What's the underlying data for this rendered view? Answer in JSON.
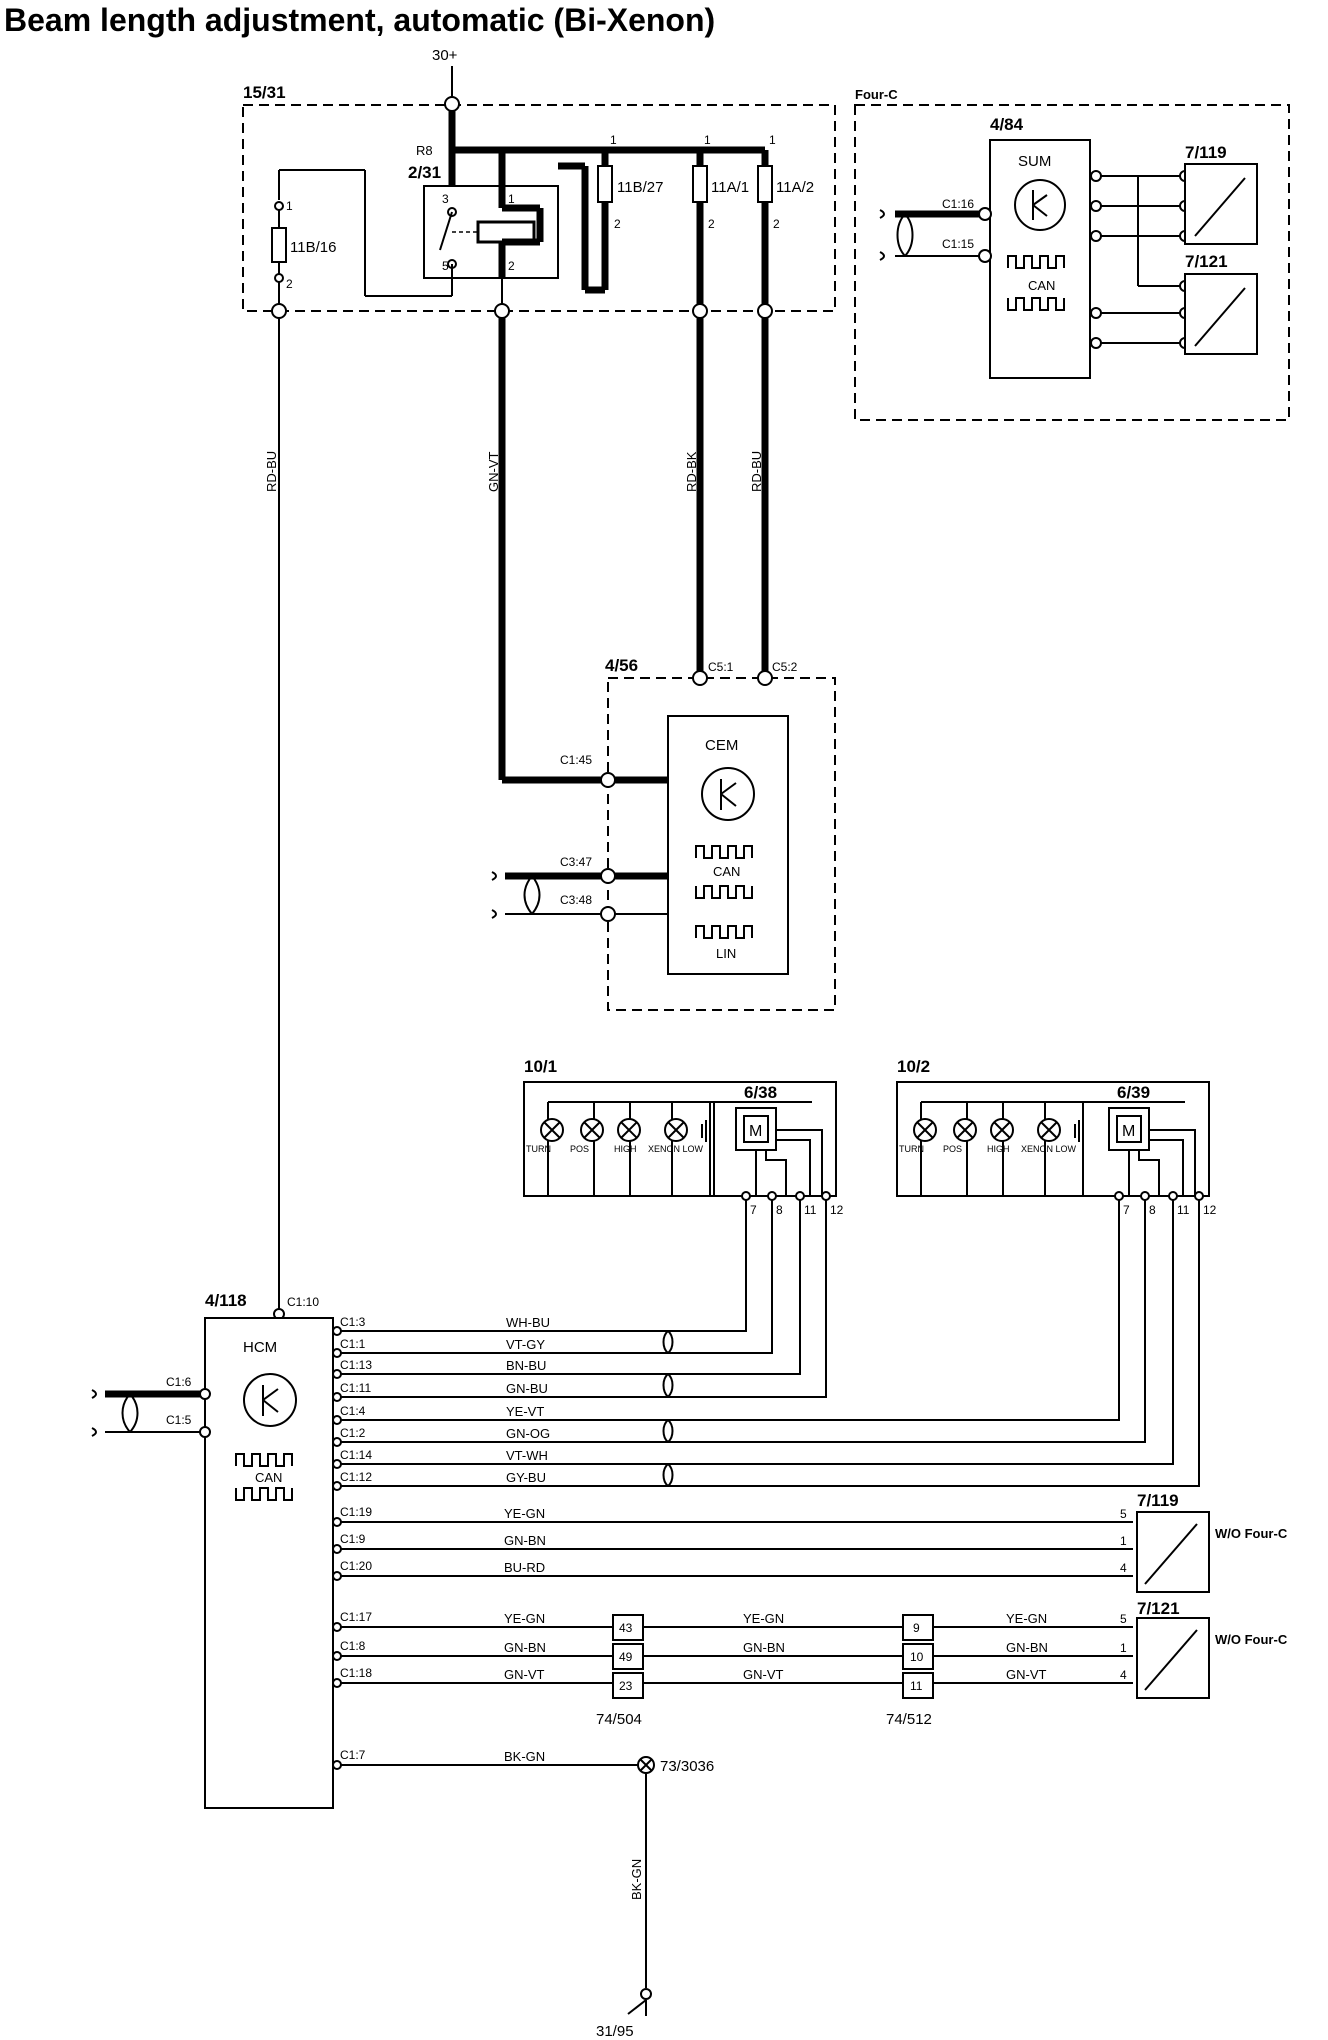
{
  "title": "Beam length adjustment, automatic (Bi-Xenon)",
  "supply": "30+",
  "ground": {
    "point": "73/3036",
    "terminal": "31/95",
    "wire": "BK-GN"
  },
  "fusebox": {
    "id": "15/31",
    "relay_id": "2/31",
    "relay_name": "R8",
    "fuses": [
      "11B/16",
      "11B/27",
      "11A/1",
      "11A/2"
    ],
    "pins": [
      "1",
      "2",
      "3",
      "5"
    ]
  },
  "fourc": {
    "label": "Four-C",
    "module_id": "4/84",
    "module_name": "SUM",
    "can": "CAN",
    "connectors": [
      "C1:16",
      "C1:15"
    ],
    "sensors": [
      "7/119",
      "7/121"
    ]
  },
  "feed_wires": [
    "RD-BU",
    "GN-VT",
    "RD-BK",
    "RD-BU"
  ],
  "cem": {
    "id": "4/56",
    "name": "CEM",
    "can": "CAN",
    "lin": "LIN",
    "connectors": [
      "C5:1",
      "C5:2",
      "C1:45",
      "C3:47",
      "C3:48"
    ]
  },
  "headlamps": [
    {
      "id": "10/1",
      "motor": "6/38"
    },
    {
      "id": "10/2",
      "motor": "6/39"
    }
  ],
  "lamp_labels": {
    "turn": "TURN",
    "pos": "POS",
    "high": "HIGH",
    "xenon_low": "XENON LOW",
    "motor": "M"
  },
  "headlamp_pins": [
    "7",
    "8",
    "11",
    "12"
  ],
  "hcm": {
    "id": "4/118",
    "name": "HCM",
    "can": "CAN",
    "power_pin": "C1:10",
    "can_pins": [
      "C1:6",
      "C1:5"
    ],
    "motor_wires": [
      {
        "pin": "C1:3",
        "color": "WH-BU"
      },
      {
        "pin": "C1:1",
        "color": "VT-GY"
      },
      {
        "pin": "C1:13",
        "color": "BN-BU"
      },
      {
        "pin": "C1:11",
        "color": "GN-BU"
      },
      {
        "pin": "C1:4",
        "color": "YE-VT"
      },
      {
        "pin": "C1:2",
        "color": "GN-OG"
      },
      {
        "pin": "C1:14",
        "color": "VT-WH"
      },
      {
        "pin": "C1:12",
        "color": "GY-BU"
      }
    ],
    "rear_sensor_wires": [
      {
        "pin": "C1:19",
        "color": "YE-GN",
        "sensor_pin": "5"
      },
      {
        "pin": "C1:9",
        "color": "GN-BN",
        "sensor_pin": "1"
      },
      {
        "pin": "C1:20",
        "color": "BU-RD",
        "sensor_pin": "4"
      }
    ],
    "front_sensor_wires": [
      {
        "pin": "C1:17",
        "color": "YE-GN",
        "j1": "43",
        "j2": "9",
        "sensor_pin": "5"
      },
      {
        "pin": "C1:8",
        "color": "GN-BN",
        "j1": "49",
        "j2": "10",
        "sensor_pin": "1"
      },
      {
        "pin": "C1:18",
        "color": "GN-VT",
        "j1": "23",
        "j2": "11",
        "sensor_pin": "4"
      }
    ],
    "ground_pin": "C1:7"
  },
  "junctions": [
    "74/504",
    "74/512"
  ],
  "sensors": [
    {
      "id": "7/119",
      "note": "W/O Four-C"
    },
    {
      "id": "7/121",
      "note": "W/O Four-C"
    }
  ]
}
